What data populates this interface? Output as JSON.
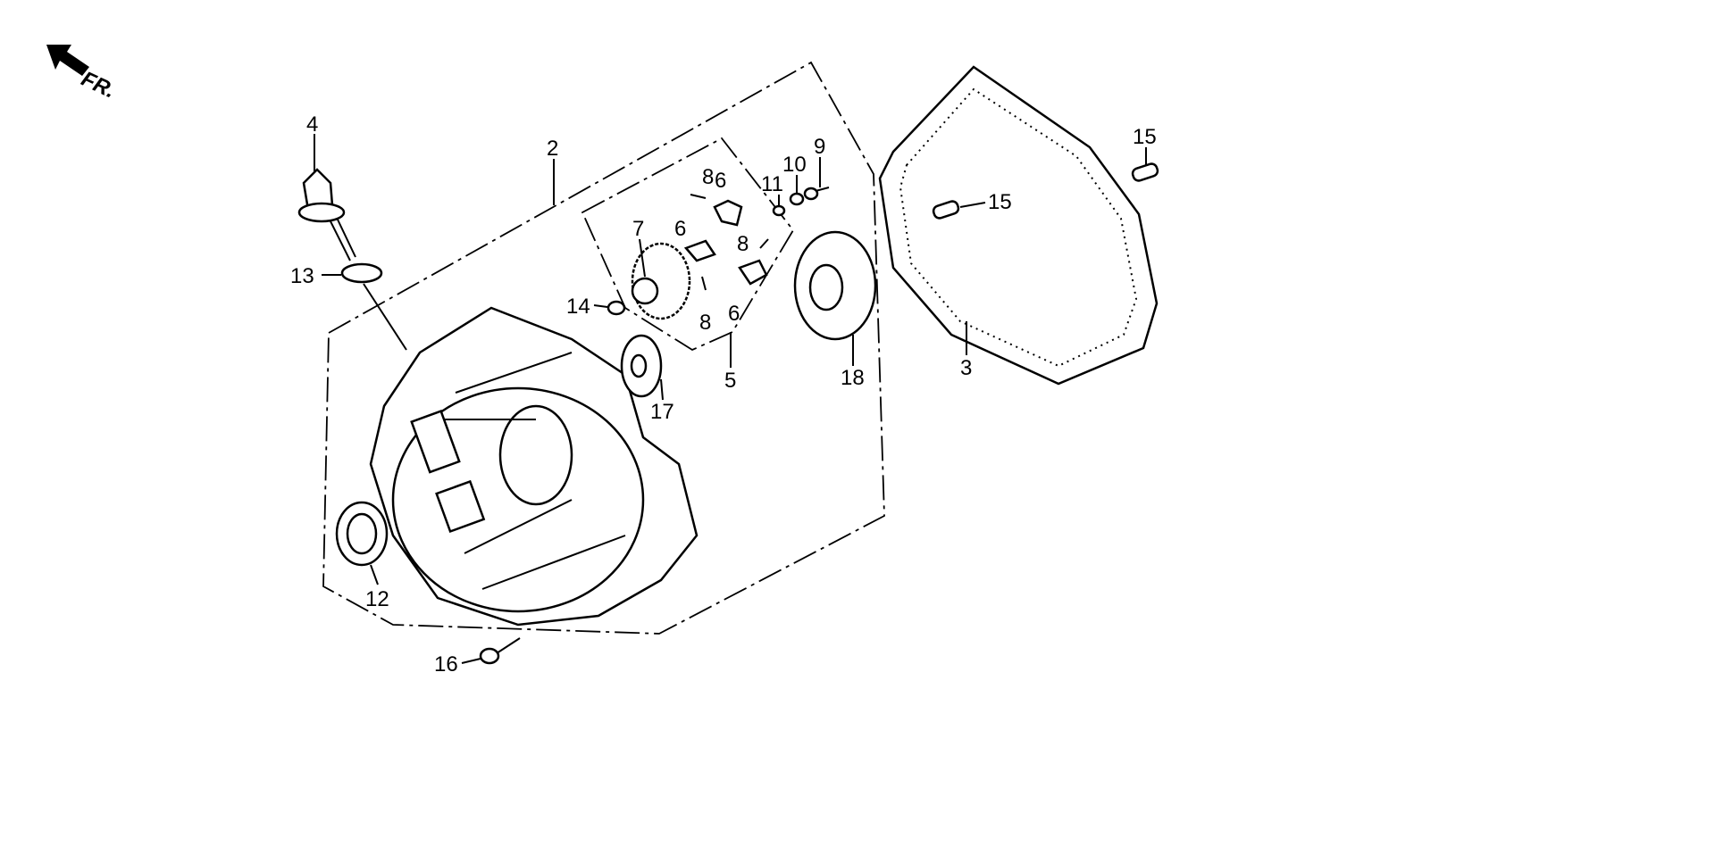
{
  "diagram": {
    "direction_indicator": "FR.",
    "callouts": [
      {
        "id": "c4",
        "text": "4"
      },
      {
        "id": "c2",
        "text": "2"
      },
      {
        "id": "c8a",
        "text": "8"
      },
      {
        "id": "c6a",
        "text": "6"
      },
      {
        "id": "c11",
        "text": "11"
      },
      {
        "id": "c10",
        "text": "10"
      },
      {
        "id": "c9",
        "text": "9"
      },
      {
        "id": "c15a",
        "text": "15"
      },
      {
        "id": "c15b",
        "text": "15"
      },
      {
        "id": "c7",
        "text": "7"
      },
      {
        "id": "c6b",
        "text": "6"
      },
      {
        "id": "c8b",
        "text": "8"
      },
      {
        "id": "c13",
        "text": "13"
      },
      {
        "id": "c14",
        "text": "14"
      },
      {
        "id": "c8c",
        "text": "8"
      },
      {
        "id": "c6c",
        "text": "6"
      },
      {
        "id": "c3",
        "text": "3"
      },
      {
        "id": "c5",
        "text": "5"
      },
      {
        "id": "c18",
        "text": "18"
      },
      {
        "id": "c17",
        "text": "17"
      },
      {
        "id": "c12",
        "text": "12"
      },
      {
        "id": "c16",
        "text": "16"
      }
    ]
  }
}
